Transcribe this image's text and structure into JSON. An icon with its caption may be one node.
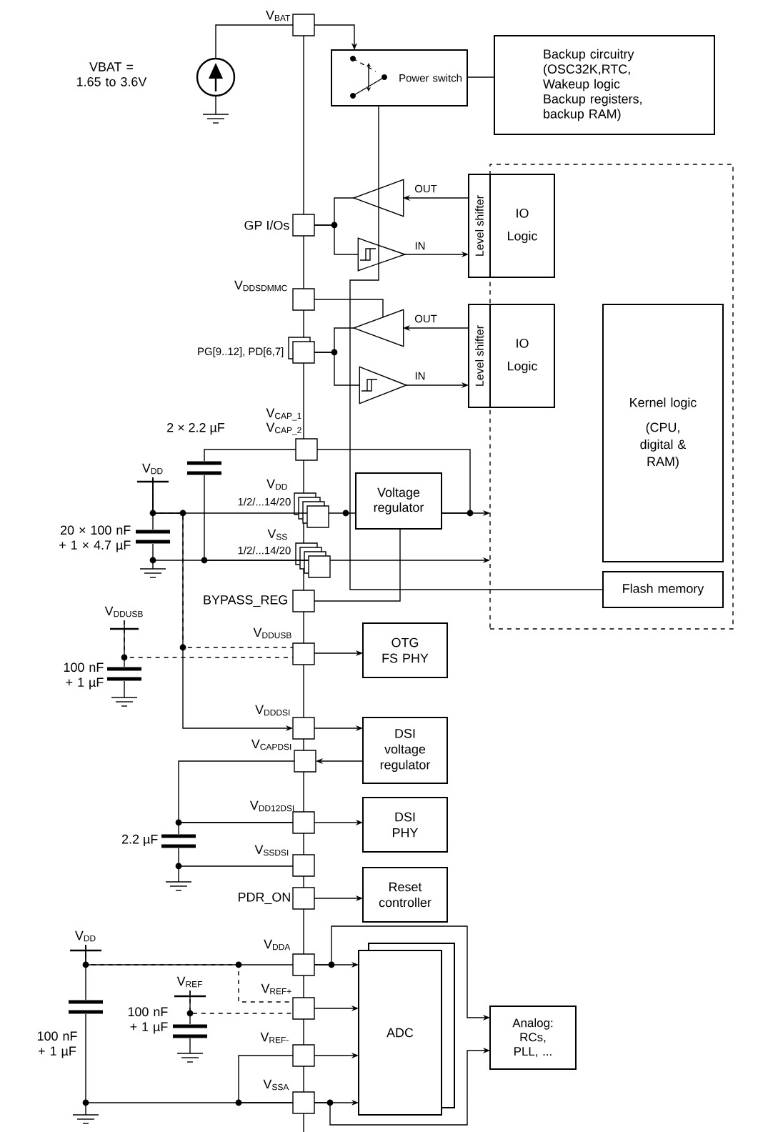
{
  "diagram": {
    "nodes": [
      {
        "text": [],
        "shape": "square",
        "beside": [
          "V$_{BAT}$"
        ]
      },
      {
        "text": [
          "Power switch"
        ]
      },
      {
        "text": [
          "Backup circuitry (OSC32K,RTC, Wakeup logic Backup registers, backup RAM)"
        ]
      },
      {
        "text": [],
        "shape": "box"
      },
      {
        "text": [],
        "shape": "triangle"
      },
      {
        "text": [],
        "shape": "square",
        "beside": [
          "GP I/Os"
        ]
      },
      {
        "text": [],
        "shape": "triangle"
      },
      {
        "text": [
          "Level shifter"
        ]
      },
      {
        "text": [
          "IO Logic"
        ],
        "in": 3
      },
      {
        "text": [],
        "shape": "square",
        "beside": [
          "V$_{DDSDMMC}$"
        ]
      },
      {
        "text": [],
        "shape": "triangle"
      },
      {
        "text": [],
        "shape": "square",
        "beside": [
          "PG[9..12], PD[6,7]"
        ]
      },
      {
        "text": [],
        "shape": "triangle"
      },
      {
        "text": [
          "Level shifter"
        ]
      },
      {
        "text": [
          "IO Logic"
        ],
        "in": 3
      },
      {
        "text": [
          "Kernel logic",
          "(CPU, digital & RAM)"
        ],
        "in": 3
      },
      {
        "text": [],
        "shape": "square",
        "beside": [
          "V$_{CAP_1}$",
          "V$_{CAP_2}$"
        ]
      },
      {
        "text": [],
        "shape": "square",
        "beside": [
          "V$_{DD}$",
          "1/2/...14/20"
        ]
      },
      {
        "text": [
          "Voltage regulator"
        ]
      },
      {
        "text": [],
        "shape": "square",
        "beside": [
          "V$_{SS}$",
          "1/2/...14/20"
        ]
      },
      {
        "text": [],
        "shape": "square",
        "beside": [
          "BYPASS_REG"
        ]
      },
      {
        "text": [
          "Flash memory"
        ],
        "in": 3
      },
      {
        "text": [],
        "shape": "square",
        "beside": [
          "V$_{DDUSB}$"
        ]
      },
      {
        "text": [
          "OTG FS PHY"
        ]
      },
      {
        "text": [],
        "shape": "square",
        "beside": [
          "V$_{DDDSI}$"
        ]
      },
      {
        "text": [],
        "shape": "square",
        "beside": [
          "V$_{CAPDSI}$"
        ]
      },
      {
        "text": [
          "DSI voltage regulator"
        ]
      },
      {
        "text": [],
        "shape": "square",
        "beside": [
          "V$_{DD12DSI}$"
        ]
      },
      {
        "text": [
          "DSI PHY"
        ]
      },
      {
        "text": [],
        "shape": "square",
        "beside": [
          "V$_{SSDSI}$"
        ]
      },
      {
        "text": [],
        "shape": "square",
        "beside": [
          "PDR_ON"
        ]
      },
      {
        "text": [
          "Reset controller"
        ]
      },
      {
        "text": [],
        "shape": "square",
        "beside": [
          "V$_{DDA}$"
        ]
      },
      {
        "text": [],
        "shape": "square",
        "beside": [
          "V$_{REF+}$"
        ]
      },
      {
        "text": [],
        "shape": "square",
        "beside": [
          "V$_{REF-}$"
        ]
      },
      {
        "text": [],
        "shape": "square",
        "beside": [
          "V$_{SSA}$"
        ]
      },
      {
        "text": [
          "ADC"
        ]
      },
      {
        "text": [
          "Analog: RCs, PLL, ..."
        ]
      },
      {
        "text": [
          "V$_{DD}$"
        ]
      },
      {
        "text": [
          "V$_{DDUSB}$"
        ]
      },
      {
        "text": [
          "V$_{DD}$"
        ]
      },
      {
        "text": [
          "V$_{REF}$"
        ]
      },
      {
        "text": [],
        "shape": "source",
        "beside": [
          "VBAT = 1.65 to 3.6V"
        ]
      },
      {
        "text": [],
        "shape": "capacitor",
        "beside": [
          "2 × 2.2 µF"
        ]
      },
      {
        "text": [],
        "shape": "capacitor",
        "beside": [
          "20 × 100 nF + 1 × 4.7 µF"
        ]
      },
      {
        "text": [],
        "shape": "capacitor",
        "beside": [
          "100 nF + 1 µF"
        ]
      },
      {
        "text": [],
        "shape": "capacitor",
        "beside": [
          "2.2 µF"
        ]
      },
      {
        "text": [],
        "shape": "capacitor",
        "beside": [
          "100 nF + 1 µF"
        ]
      },
      {
        "text": [],
        "shape": "capacitor",
        "beside": [
          "100 nF + 1 µF"
        ]
      }
    ],
    "edges": [
      {
        "from": 0,
        "to": 1,
        "arrow": "to"
      },
      {
        "from": 1,
        "to": 2,
        "arrow": "none"
      },
      {
        "from": 1,
        "to": 21,
        "arrow": "none"
      },
      {
        "from": 7,
        "to": 4,
        "arrow": "to"
      },
      {
        "from": 6,
        "to": 7,
        "arrow": "to"
      },
      {
        "from": 5,
        "to": 4,
        "arrow": "none"
      },
      {
        "from": 5,
        "to": 6,
        "arrow": "none"
      },
      {
        "from": 9,
        "to": 10,
        "arrow": "none"
      },
      {
        "from": 13,
        "to": 10,
        "arrow": "to"
      },
      {
        "from": 12,
        "to": 13,
        "arrow": "to"
      },
      {
        "from": 11,
        "to": 10,
        "arrow": "none"
      },
      {
        "from": 11,
        "to": 12,
        "arrow": "none"
      },
      {
        "from": 38,
        "to": 17,
        "arrow": "none"
      },
      {
        "from": 17,
        "to": 18,
        "arrow": "none"
      },
      {
        "from": 18,
        "to": 3,
        "arrow": "to"
      },
      {
        "from": 16,
        "to": 18,
        "arrow": "none"
      },
      {
        "from": 19,
        "to": 3,
        "arrow": "to"
      },
      {
        "from": 20,
        "to": 18,
        "arrow": "none"
      },
      {
        "from": 38,
        "to": 22,
        "arrow": "none",
        "style": "dashed"
      },
      {
        "from": 39,
        "to": 22,
        "arrow": "none",
        "style": "dashed"
      },
      {
        "from": 38,
        "to": 24,
        "arrow": "to"
      },
      {
        "from": 22,
        "to": 23,
        "arrow": "to"
      },
      {
        "from": 24,
        "to": 26,
        "arrow": "to"
      },
      {
        "from": 26,
        "to": 25,
        "arrow": "to"
      },
      {
        "from": 25,
        "to": 27,
        "arrow": "none"
      },
      {
        "from": 27,
        "to": 28,
        "arrow": "to"
      },
      {
        "from": 30,
        "to": 31,
        "arrow": "to"
      },
      {
        "from": 32,
        "to": 36,
        "arrow": "to"
      },
      {
        "from": 33,
        "to": 36,
        "arrow": "to"
      },
      {
        "from": 34,
        "to": 36,
        "arrow": "to"
      },
      {
        "from": 35,
        "to": 36,
        "arrow": "to"
      },
      {
        "from": 32,
        "to": 37,
        "arrow": "to"
      },
      {
        "from": 35,
        "to": 37,
        "arrow": "to"
      },
      {
        "from": 40,
        "to": 32,
        "arrow": "none"
      },
      {
        "from": 40,
        "to": 33,
        "arrow": "none",
        "style": "dashed"
      },
      {
        "from": 41,
        "to": 33,
        "arrow": "none",
        "style": "dashed"
      },
      {
        "from": 34,
        "to": 35,
        "arrow": "none"
      },
      {
        "from": 42,
        "to": 0,
        "arrow": "none"
      },
      {
        "from": 16,
        "to": 43,
        "arrow": "none"
      },
      {
        "from": 43,
        "to": 19,
        "arrow": "none"
      },
      {
        "from": 38,
        "to": 44,
        "arrow": "none"
      },
      {
        "from": 44,
        "to": 19,
        "arrow": "none"
      },
      {
        "from": 39,
        "to": 45,
        "arrow": "none"
      },
      {
        "from": 27,
        "to": 46,
        "arrow": "none"
      },
      {
        "from": 46,
        "to": 29,
        "arrow": "none"
      },
      {
        "from": 40,
        "to": 47,
        "arrow": "none"
      },
      {
        "from": 47,
        "to": 35,
        "arrow": "none"
      },
      {
        "from": 41,
        "to": 48,
        "arrow": "none"
      }
    ],
    "labels": [
      "OUT",
      "IN",
      "OUT",
      "IN"
    ]
  }
}
